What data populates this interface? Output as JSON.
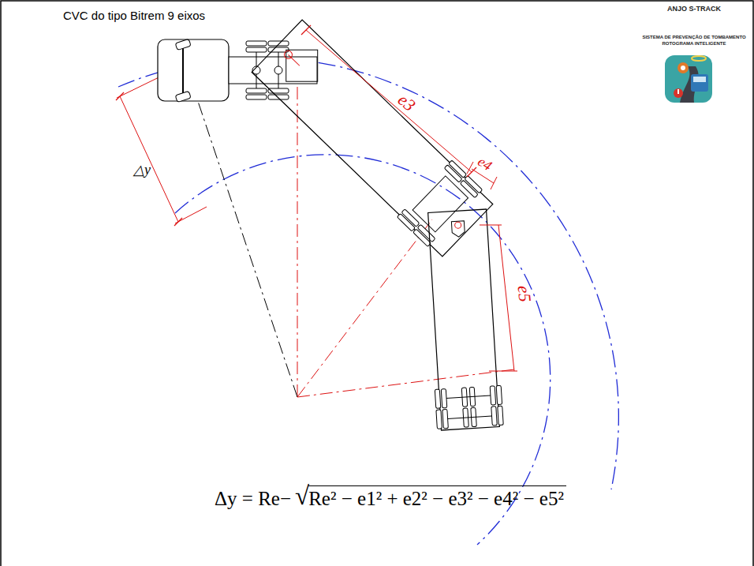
{
  "diagram": {
    "title": "CVC do tipo Bitrem 9 eixos",
    "labels": [
      "ANJO S-TRACK",
      "SISTEMA DE PREVENÇÃO DE TOMBAMENTO",
      "ROTOGRAMA INTELIGENTE",
      "e3",
      "e4",
      "e5",
      "△y",
      "Δy = Re−",
      "√",
      "Re² − e1² + e2² − e3² − e4² − e5²"
    ]
  }
}
